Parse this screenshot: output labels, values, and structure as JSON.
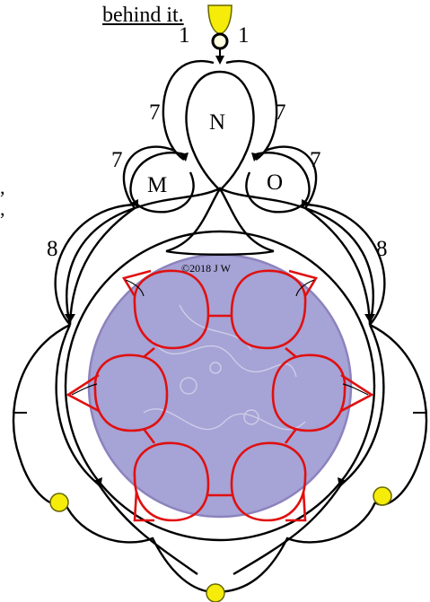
{
  "caption": {
    "text": "behind it."
  },
  "left_fragments": [
    ",",
    ","
  ],
  "pattern": {
    "counts": {
      "top_left": "1",
      "top_right": "1",
      "n_left": "7",
      "n_right": "7",
      "m": "7",
      "o": "7",
      "side_left": "8",
      "side_right": "8"
    },
    "regions": {
      "n": "N",
      "m": "M",
      "o": "O"
    },
    "copyright": "©2018 J W"
  },
  "colors": {
    "thread": "#000000",
    "red_ring": "#e01010",
    "center_fill": "#a6a3d6",
    "center_stroke": "#8c83bd",
    "bead": "#f5ec0a",
    "bead_stroke": "#666600"
  }
}
